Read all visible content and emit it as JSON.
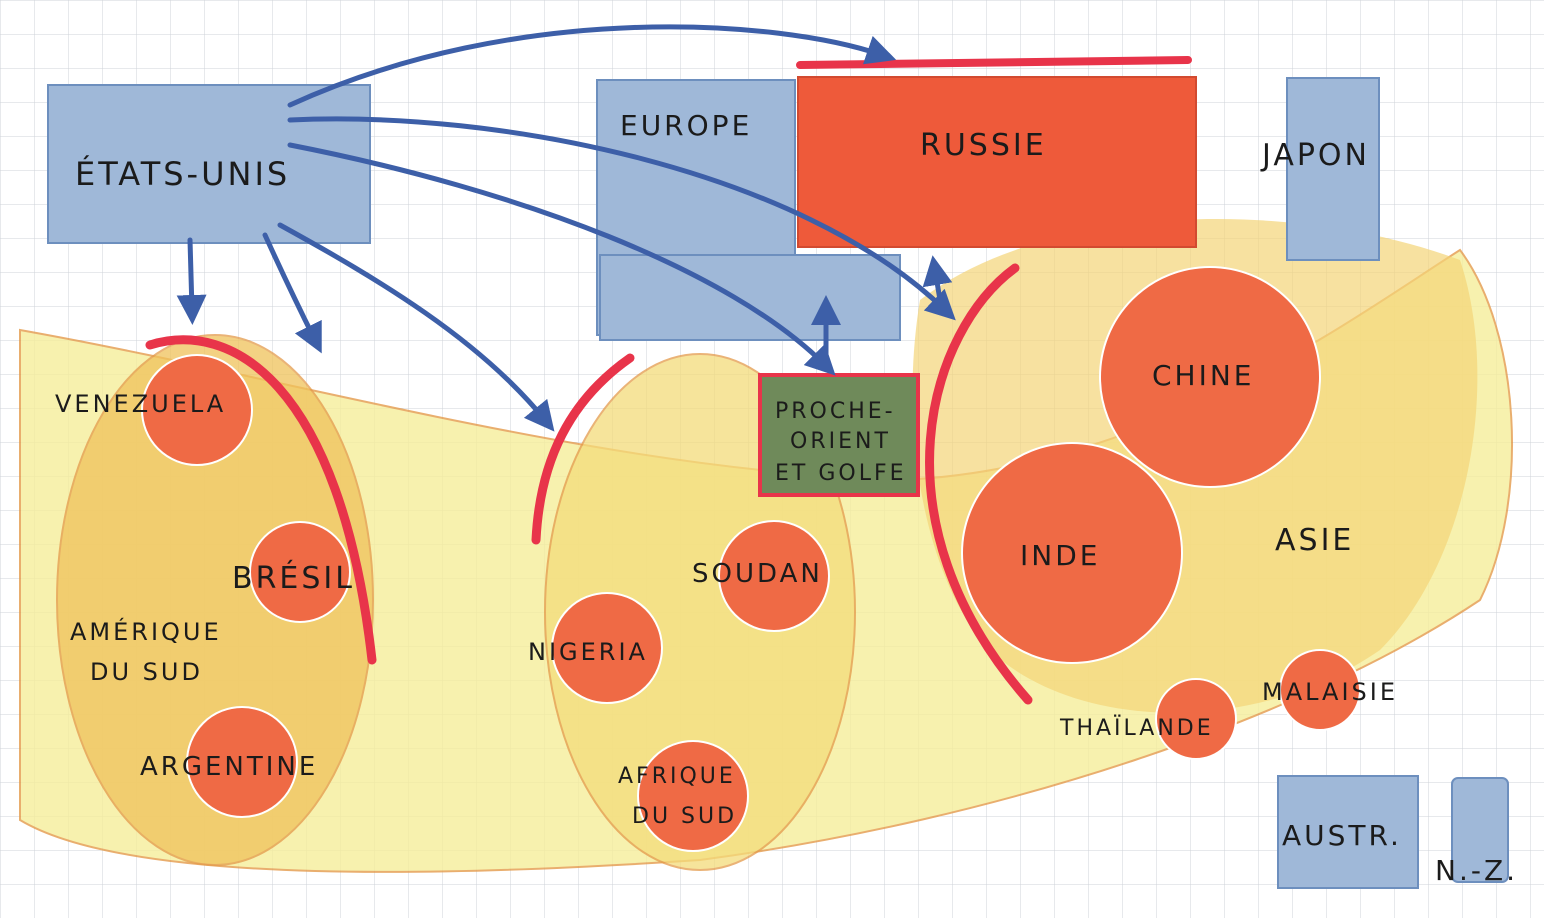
{
  "colors": {
    "paper": "#ffffff",
    "grid": "#cfd3d8",
    "north_blue": "#9fb8d8",
    "north_blue_edge": "#6d8fbe",
    "russia": "#ee5a3a",
    "red_line": "#e8344a",
    "south_yellow": "#f6ee9a",
    "south_orange": "#f0c25a",
    "country_disc": "#ef6a45",
    "mideast_green": "#6f8a5a",
    "arrow_blue": "#3d5fa8",
    "zone_outline": "#e49a4a"
  },
  "regions": {
    "usa": "ÉTATS-UNIS",
    "europe": "EUROPE",
    "russia": "RUSSIE",
    "japan": "JAPON",
    "australia": "AUSTR.",
    "new_zealand": "N.-Z.",
    "middle_east": [
      "PROCHE-",
      "ORIENT",
      "ET GOLFE"
    ],
    "south_america": [
      "AMÉRIQUE",
      "DU SUD"
    ],
    "asia": "ASIE"
  },
  "countries": {
    "venezuela": "VENEZUELA",
    "brazil": "BRÉSIL",
    "argentina": "ARGENTINE",
    "nigeria": "NIGERIA",
    "sudan": "SOUDAN",
    "south_africa": [
      "AFRIQUE",
      "DU SUD"
    ],
    "china": "CHINE",
    "india": "INDE",
    "thailand": "THAÏLANDE",
    "malaysia": "MALAISIE"
  }
}
